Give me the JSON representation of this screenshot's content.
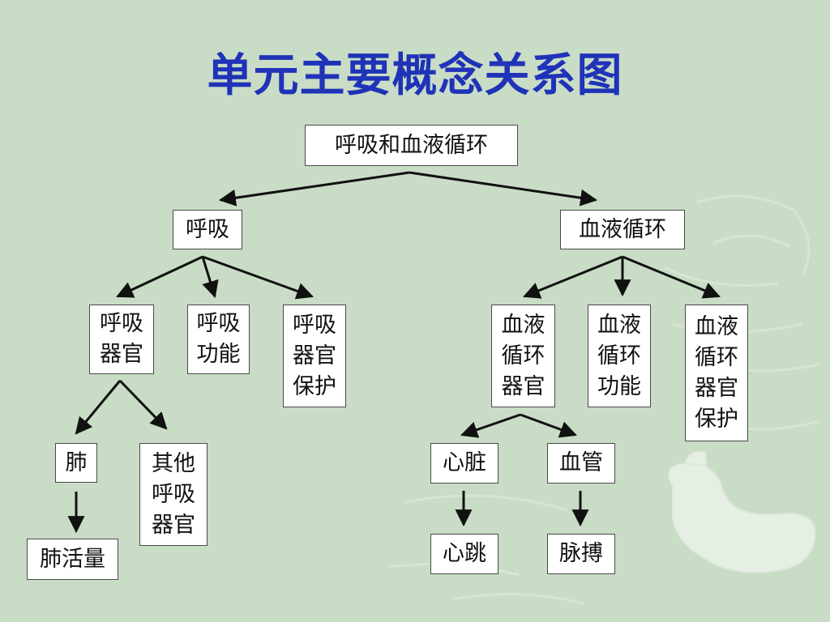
{
  "title": "单元主要概念关系图",
  "nodes": {
    "root": "呼吸和血液循环",
    "breathing": "呼吸",
    "circulation": "血液循环",
    "resp_organs": "呼吸\n器官",
    "resp_function": "呼吸\n功能",
    "resp_protection": "呼吸\n器官\n保护",
    "circ_organs": "血液\n循环\n器官",
    "circ_function": "血液\n循环\n功能",
    "circ_protection": "血液\n循环\n器官\n保护",
    "lung": "肺",
    "other_resp_organs": "其他\n呼吸\n器官",
    "vital_capacity": "肺活量",
    "heart": "心脏",
    "blood_vessel": "血管",
    "heartbeat": "心跳",
    "pulse": "脉搏"
  },
  "colors": {
    "title": "#1f33b8",
    "background": "#c9dcc6",
    "node_fill": "#ffffff",
    "line": "#111111"
  }
}
